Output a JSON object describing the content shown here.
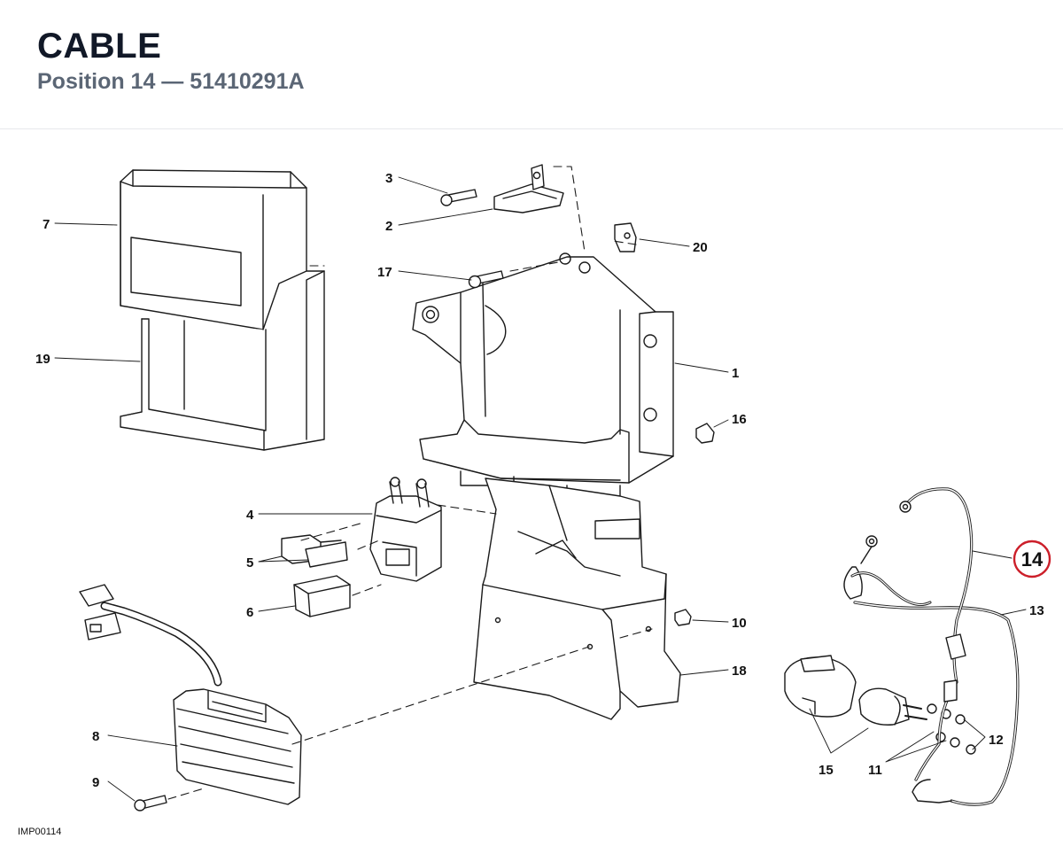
{
  "header": {
    "title": "CABLE",
    "subtitle": "Position 14 — 51410291A"
  },
  "diagram": {
    "code": "IMP00114",
    "highlight_color": "#cc1f2a",
    "callouts": {
      "c1": "1",
      "c2": "2",
      "c3": "3",
      "c4": "4",
      "c5": "5",
      "c6": "6",
      "c7": "7",
      "c8": "8",
      "c9": "9",
      "c10": "10",
      "c11": "11",
      "c12": "12",
      "c13": "13",
      "c14": "14",
      "c15": "15",
      "c16": "16",
      "c17": "17",
      "c18": "18",
      "c19": "19",
      "c20": "20"
    }
  }
}
